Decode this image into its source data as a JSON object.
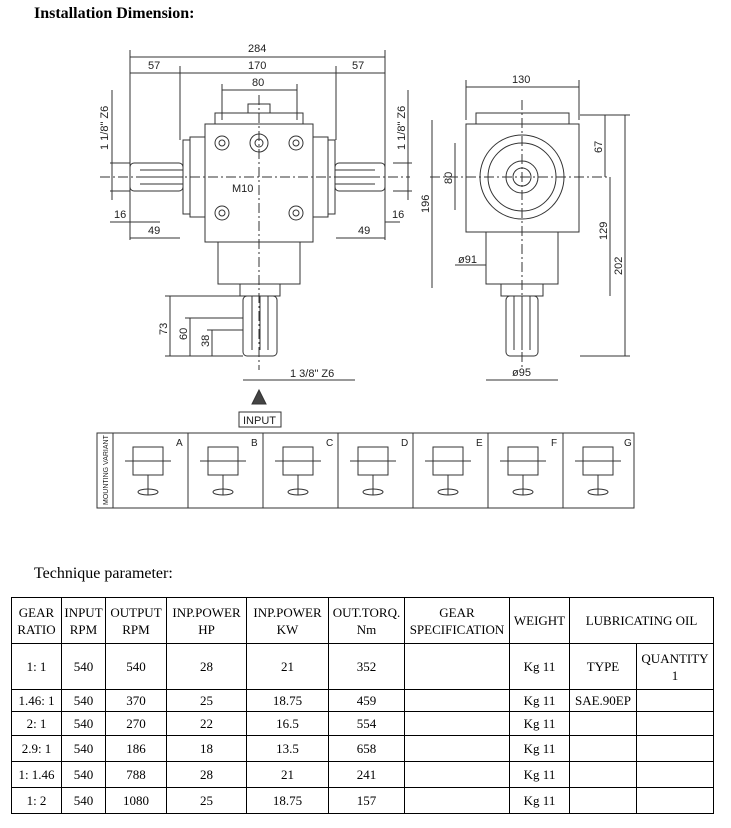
{
  "heading": "Installation Dimension:",
  "subheading": "Technique parameter:",
  "drawing": {
    "dims": {
      "d284": "284",
      "d170": "170",
      "d57a": "57",
      "d57b": "57",
      "d80": "80",
      "thread_left": "1 1/8\" Z6",
      "thread_right": "1 1/8\" Z6",
      "m10": "M10",
      "d16a": "16",
      "d16b": "16",
      "d49a": "49",
      "d49b": "49",
      "d73": "73",
      "d60": "60",
      "d38": "38",
      "thread_bottom": "1 3/8\" Z6",
      "input": "INPUT",
      "d130": "130",
      "d67": "67",
      "d80v": "80",
      "d196": "196",
      "d129": "129",
      "d202": "202",
      "dia91": "ø91",
      "dia95": "ø95"
    },
    "mounting_label": "MOUNTING VARIANT",
    "variants": [
      "A",
      "B",
      "C",
      "D",
      "E",
      "F",
      "G"
    ]
  },
  "table": {
    "headers": [
      [
        "GEAR",
        "RATIO"
      ],
      [
        "INPUT",
        "RPM"
      ],
      [
        "OUTPUT",
        "RPM"
      ],
      [
        "INP.POWER",
        "HP"
      ],
      [
        "INP.POWER",
        "KW"
      ],
      [
        "OUT.TORQ.",
        "Nm"
      ],
      [
        "GEAR",
        "SPECIFICATION"
      ],
      [
        "WEIGHT"
      ],
      [
        "LUBRICATING OIL"
      ]
    ],
    "oil_type_label": "TYPE",
    "oil_qty_label": "QUANTITY",
    "oil_qty_value": "1",
    "oil_type_value": "SAE.90EP",
    "rows": [
      [
        "1: 1",
        "540",
        "540",
        "28",
        "21",
        "352",
        "",
        "Kg 11"
      ],
      [
        "1.46: 1",
        "540",
        "370",
        "25",
        "18.75",
        "459",
        "",
        "Kg 11"
      ],
      [
        "2: 1",
        "540",
        "270",
        "22",
        "16.5",
        "554",
        "",
        "Kg 11"
      ],
      [
        "2.9: 1",
        "540",
        "186",
        "18",
        "13.5",
        "658",
        "",
        "Kg 11"
      ],
      [
        "1: 1.46",
        "540",
        "788",
        "28",
        "21",
        "241",
        "",
        "Kg 11"
      ],
      [
        "1: 2",
        "540",
        "1080",
        "25",
        "18.75",
        "157",
        "",
        "Kg 11"
      ]
    ]
  }
}
